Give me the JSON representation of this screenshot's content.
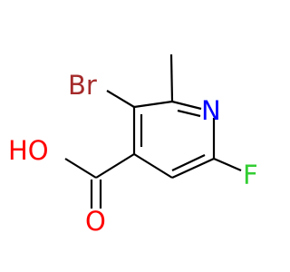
{
  "molecule": {
    "atoms": {
      "br": {
        "symbol": "Br",
        "color": "#a52a2a"
      },
      "n": {
        "symbol": "N",
        "color": "#0000ff"
      },
      "oh": {
        "symbol": "HO",
        "color": "#ff0000"
      },
      "o": {
        "symbol": "O",
        "color": "#ff0000"
      },
      "f": {
        "symbol": "F",
        "color": "#32cd32"
      }
    },
    "bond_color": "#000000"
  }
}
